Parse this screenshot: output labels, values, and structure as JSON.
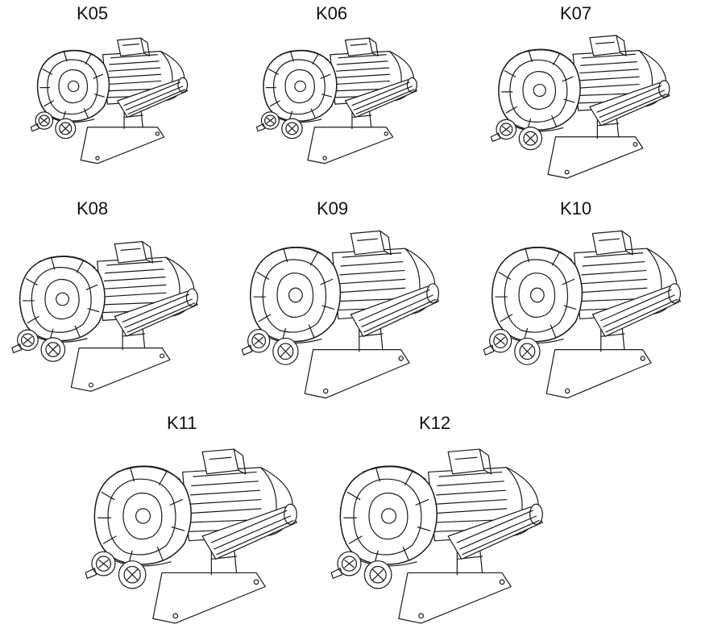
{
  "models": [
    {
      "label": "K05"
    },
    {
      "label": "K06"
    },
    {
      "label": "K07"
    },
    {
      "label": "K08"
    },
    {
      "label": "K09"
    },
    {
      "label": "K10"
    },
    {
      "label": "K11"
    },
    {
      "label": "K12"
    }
  ],
  "colors": {
    "line": "#1a1a1a",
    "fill": "#ffffff"
  }
}
